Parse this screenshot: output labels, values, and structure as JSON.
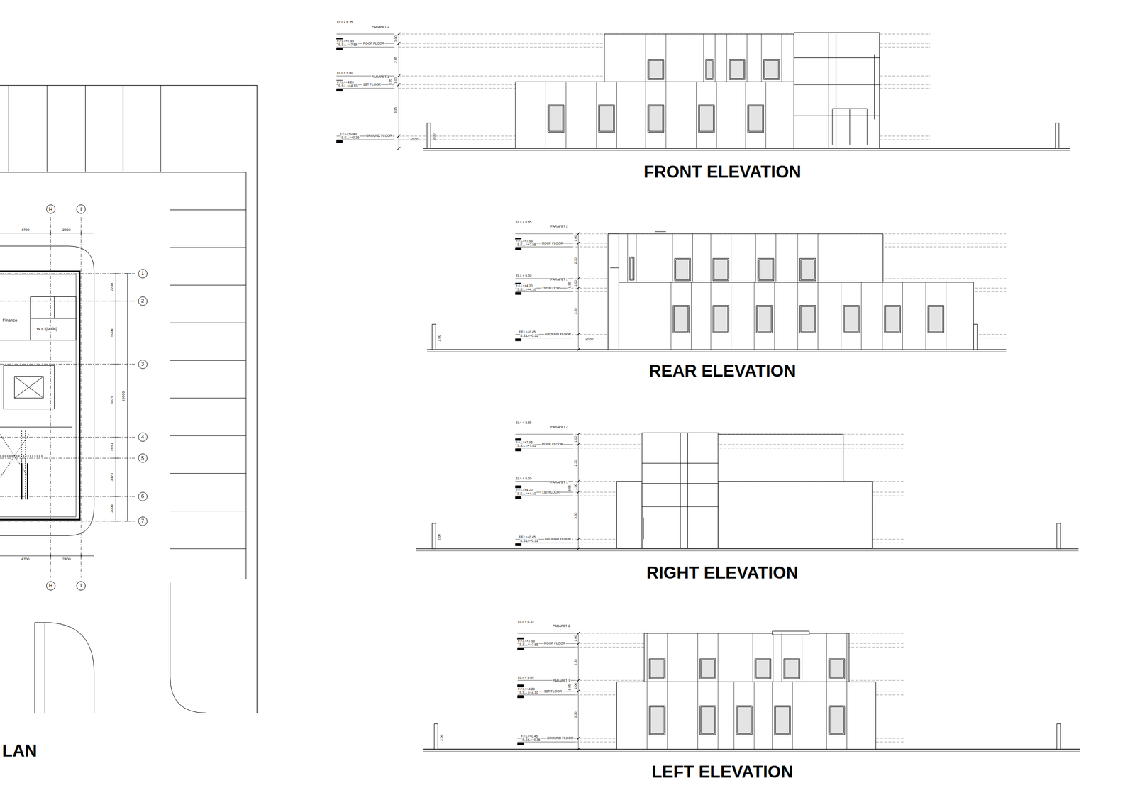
{
  "diagram": {
    "nodes": [
      {
        "text": [
          "H"
        ]
      },
      {
        "text": [
          "I"
        ]
      },
      {
        "text": [
          "1"
        ]
      },
      {
        "text": [
          "2"
        ]
      },
      {
        "text": [
          "3"
        ]
      },
      {
        "text": [
          "4"
        ]
      },
      {
        "text": [
          "5"
        ]
      },
      {
        "text": [
          "6"
        ]
      },
      {
        "text": [
          "7"
        ]
      },
      {
        "text": [
          "H"
        ]
      },
      {
        "text": [
          "I"
        ]
      }
    ],
    "labels": [
      "LAN",
      "Finance",
      "W.C (Male)",
      "4700",
      "2400",
      "4700",
      "2400",
      "2200",
      "5000",
      "5875",
      "1650",
      "3375",
      "2000",
      "19660",
      "EL= + 8.35",
      "PARAPET 2",
      "F.F.L=+7.95",
      "S.S.L =+7.85",
      "ROOF FLOOR",
      "EL= + 5.00",
      "PARAPET 1",
      "F.F.L=+4.20",
      "S.S.L =+4.10",
      "1ST FLOOR",
      "F.F.L=+0.45",
      "S.S.L=+0.35",
      "GROUND FLOOR",
      "1.00",
      "2.35",
      "8.95",
      "1.00",
      "3.35",
      "2.00",
      "±0.00",
      "FRONT ELEVATION",
      "EL= + 8.35",
      "PARAPET 2",
      "F.F.L=+7.95",
      "S.S.L =+7.85",
      "ROOF FLOOR",
      "EL= + 5.00",
      "PARAPET 1",
      "F.F.L=+4.20",
      "S.S.L =+4.10",
      "1ST FLOOR",
      "F.F.L=+0.45",
      "S.S.L=+0.35",
      "GROUND FLOOR",
      "1.00",
      "2.35",
      "8.95",
      "1.00",
      "3.35",
      "2.00",
      "±0.00",
      "REAR ELEVATION",
      "EL= + 8.35",
      "PARAPET 2",
      "F.F.L=+7.95",
      "S.S.L =+7.85",
      "ROOF FLOOR",
      "EL= + 5.00",
      "PARAPET 1",
      "F.F.L=+4.20",
      "S.S.L =+4.10",
      "1ST FLOOR",
      "F.F.L=+0.45",
      "S.S.L=+0.35",
      "GROUND FLOOR",
      "1.00",
      "2.35",
      "8.95",
      "1.00",
      "3.35",
      "2.00",
      "RIGHT ELEVATION",
      "EL= + 8.35",
      "PARAPET 2",
      "F.F.L=+7.95",
      "S.S.L =+7.85",
      "ROOF FLOOR",
      "EL= + 5.00",
      "PARAPET 1",
      "F.F.L=+4.20",
      "S.S.L =+4.10",
      "1ST FLOOR",
      "F.F.L=+0.45",
      "S.S.L=+0.35",
      "GROUND FLOOR",
      "1.00",
      "2.35",
      "8.95",
      "1.00",
      "3.35",
      "2.00",
      "LEFT ELEVATION"
    ]
  }
}
